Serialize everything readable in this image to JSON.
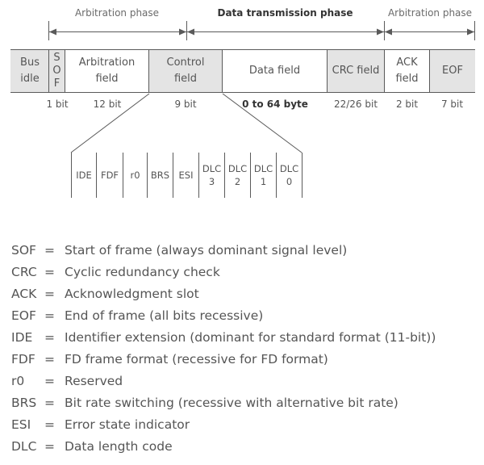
{
  "phases": [
    {
      "label": "Arbitration phase",
      "bold": false
    },
    {
      "label": "Data transmission phase",
      "bold": true
    },
    {
      "label": "Arbitration phase",
      "bold": false
    }
  ],
  "frame_fields": [
    {
      "label": "Bus idle",
      "bits": ""
    },
    {
      "label": "SOF",
      "bits": "1 bit"
    },
    {
      "label": "Arbitration field",
      "bits": "12 bit"
    },
    {
      "label": "Control field",
      "bits": "9 bit"
    },
    {
      "label": "Data field",
      "bits": "0 to 64 byte"
    },
    {
      "label": "CRC field",
      "bits": "22/26 bit"
    },
    {
      "label": "ACK field",
      "bits": "2 bit"
    },
    {
      "label": "EOF",
      "bits": "7 bit"
    }
  ],
  "control_bits": [
    "IDE",
    "FDF",
    "r0",
    "BRS",
    "ESI",
    "DLC 3",
    "DLC 2",
    "DLC 1",
    "DLC 0"
  ],
  "legend": [
    {
      "abbr": "SOF",
      "desc": "Start of frame (always dominant signal level)"
    },
    {
      "abbr": "CRC",
      "desc": "Cyclic redundancy check"
    },
    {
      "abbr": "ACK",
      "desc": "Acknowledgment slot"
    },
    {
      "abbr": "EOF",
      "desc": "End of frame (all bits recessive)"
    },
    {
      "abbr": "IDE",
      "desc": "Identifier extension (dominant for standard format (11-bit))"
    },
    {
      "abbr": "FDF",
      "desc": "FD frame format (recessive for FD format)"
    },
    {
      "abbr": "r0",
      "desc": "Reserved"
    },
    {
      "abbr": "BRS",
      "desc": "Bit rate switching (recessive with alternative bit rate)"
    },
    {
      "abbr": "ESI",
      "desc": "Error state indicator"
    },
    {
      "abbr": "DLC",
      "desc": "Data length code"
    }
  ],
  "legend_separator": "=",
  "colors": {
    "line": "#5a5a5a",
    "shade": "#e4e4e4",
    "text": "#555555"
  }
}
